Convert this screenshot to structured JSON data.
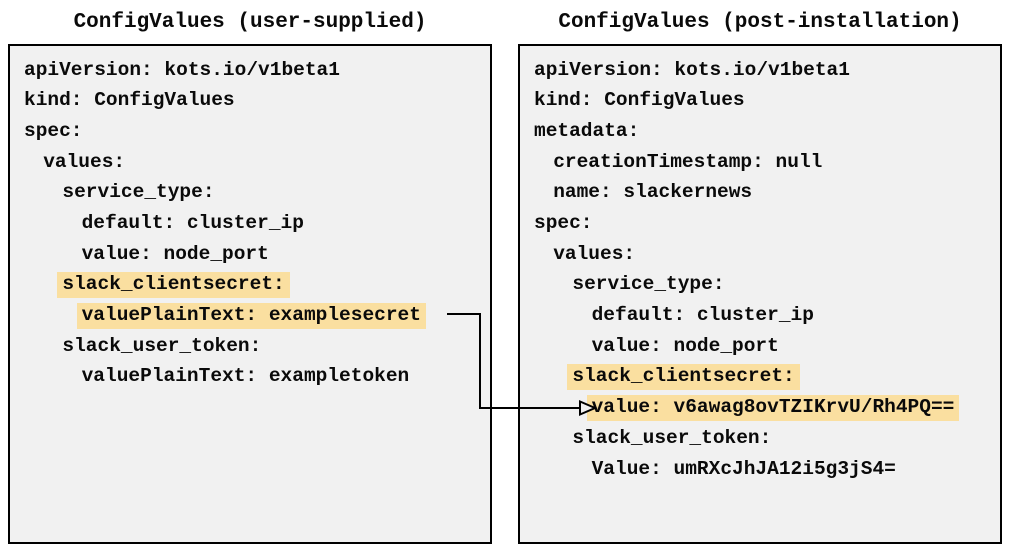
{
  "left_panel": {
    "title": "ConfigValues (user-supplied)",
    "lines": [
      {
        "indent": 0,
        "text": "apiVersion: kots.io/v1beta1",
        "highlight": false
      },
      {
        "indent": 0,
        "text": "kind: ConfigValues",
        "highlight": false
      },
      {
        "indent": 0,
        "text": "spec:",
        "highlight": false
      },
      {
        "indent": 2,
        "text": "values:",
        "highlight": false
      },
      {
        "indent": 4,
        "text": "service_type:",
        "highlight": false
      },
      {
        "indent": 6,
        "text": "default: cluster_ip",
        "highlight": false
      },
      {
        "indent": 6,
        "text": "value: node_port",
        "highlight": false
      },
      {
        "indent": 4,
        "text": "slack_clientsecret:",
        "highlight": true
      },
      {
        "indent": 6,
        "text": "valuePlainText: examplesecret",
        "highlight": true
      },
      {
        "indent": 4,
        "text": "slack_user_token:",
        "highlight": false
      },
      {
        "indent": 6,
        "text": "valuePlainText: exampletoken",
        "highlight": false
      }
    ]
  },
  "right_panel": {
    "title": "ConfigValues (post-installation)",
    "lines": [
      {
        "indent": 0,
        "text": "apiVersion: kots.io/v1beta1",
        "highlight": false
      },
      {
        "indent": 0,
        "text": "kind: ConfigValues",
        "highlight": false
      },
      {
        "indent": 0,
        "text": "metadata:",
        "highlight": false
      },
      {
        "indent": 2,
        "text": "creationTimestamp: null",
        "highlight": false
      },
      {
        "indent": 2,
        "text": "name: slackernews",
        "highlight": false
      },
      {
        "indent": 0,
        "text": "spec:",
        "highlight": false
      },
      {
        "indent": 2,
        "text": "values:",
        "highlight": false
      },
      {
        "indent": 4,
        "text": "service_type:",
        "highlight": false
      },
      {
        "indent": 6,
        "text": "default: cluster_ip",
        "highlight": false
      },
      {
        "indent": 6,
        "text": "value: node_port",
        "highlight": false
      },
      {
        "indent": 4,
        "text": "slack_clientsecret:",
        "highlight": true
      },
      {
        "indent": 6,
        "text": "value: v6awag8ovTZIKrvU/Rh4PQ==",
        "highlight": true
      },
      {
        "indent": 4,
        "text": "slack_user_token:",
        "highlight": false
      },
      {
        "indent": 6,
        "text": "Value: umRXcJhJA12i5g3jS4=",
        "highlight": false
      }
    ]
  },
  "colors": {
    "highlight": "#FADFA0",
    "panel_bg": "#F1F1F1",
    "border": "#000000",
    "arrow": "#000000"
  }
}
